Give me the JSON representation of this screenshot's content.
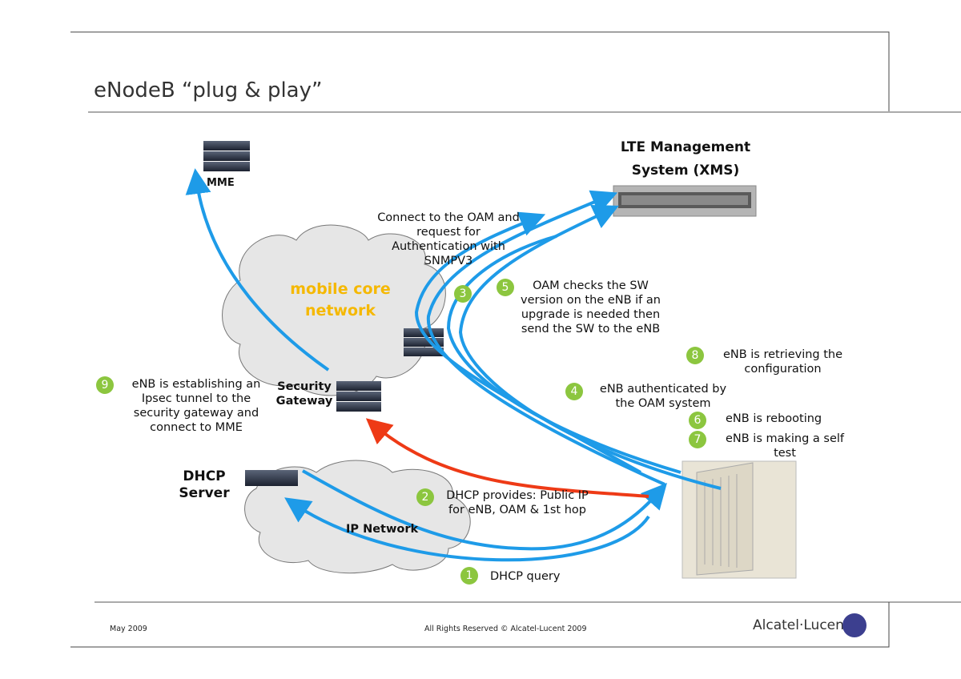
{
  "title": "eNodeB “plug & play”",
  "colors": {
    "accent_green": "#8cc63f",
    "arrow_blue": "#1e9be8",
    "arrow_red": "#ee3a16",
    "cloud_label": "#f5b800"
  },
  "nodes": {
    "mme": "MME",
    "xms": "LTE Management System (XMS)",
    "security_gateway": "Security Gateway",
    "dhcp_server": "DHCP Server",
    "mobile_core": "mobile core network",
    "ip_network": "IP Network"
  },
  "steps": [
    {
      "num": "1",
      "text": "DHCP query"
    },
    {
      "num": "2",
      "text": "DHCP provides: Public IP for eNB, OAM & 1st hop"
    },
    {
      "num": "3",
      "text": "Connect to the OAM and request for Authentication with SNMPV3"
    },
    {
      "num": "4",
      "text": "eNB authenticated by the OAM system"
    },
    {
      "num": "5",
      "text": "OAM checks the SW version on the eNB if an upgrade is needed then send the SW to the eNB"
    },
    {
      "num": "6",
      "text": "eNB is rebooting"
    },
    {
      "num": "7",
      "text": "eNB is making a self test"
    },
    {
      "num": "8",
      "text": "eNB is retrieving the configuration"
    },
    {
      "num": "9",
      "text": "eNB is establishing an Ipsec tunnel to the security gateway and connect to MME"
    }
  ],
  "footer": {
    "date": "May 2009",
    "copyright": "All Rights Reserved © Alcatel-Lucent 2009",
    "logo": "Alcatel·Lucent"
  }
}
